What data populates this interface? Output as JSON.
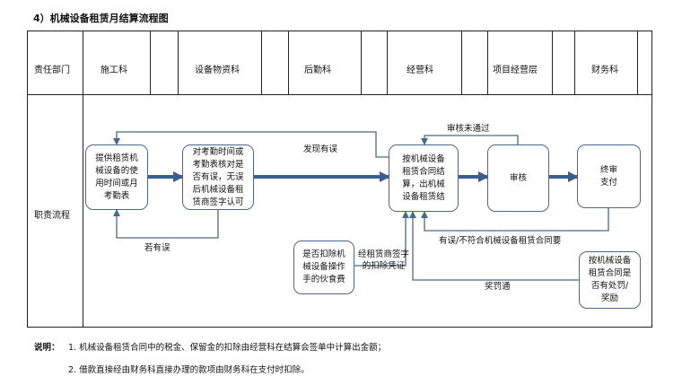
{
  "title": "4）机械设备租赁月结算流程图",
  "headers": {
    "dept": "责任部门",
    "construction": "施工科",
    "equipment": "设备物资科",
    "logistics": "后勤科",
    "operations": "经营科",
    "project_mgmt": "项目经营层",
    "finance": "财务科"
  },
  "row_label": "职责流程",
  "boxes": {
    "provide_list": "提供租赁机\n械设备的使\n用时间或月\n考勤表",
    "check_time": "对考勤时间或\n考勤表核对是\n否有误，无误\n后机械设备租\n赁商签字认可",
    "calculate": "按机械设备\n租赁合同结\n算，出机械\n设备租赁结",
    "review": "审核",
    "final_payment": "终审\n支付",
    "food_deduction": "是否扣除机\n械设备操作\n手的伙食费",
    "penalty_reward": "按机械设备\n租赁合同是\n否有处罚/\n奖励"
  },
  "labels": {
    "found_error": "发现有误",
    "if_error": "若有误",
    "review_failed": "审核未通过",
    "error_mismatch": "有误/不符合机械设备租赁合同要",
    "lessor_sign": "经租赁商签字\n的扣除凭证",
    "reward_penalty": "奖罚通"
  },
  "notes": {
    "prefix": "说明：",
    "note1": "1. 机械设备租赁合同中的税金、保留金的扣除由经营科在结算会签单中计算出金额；",
    "note2": "2. 借款直接经由财务科直接办理的款项由财务科在支付时扣除。"
  },
  "colors": {
    "box_border": "#4a6a8a",
    "arrow": "#4a6a8a",
    "thick_arrow": "#3a5f8e"
  }
}
